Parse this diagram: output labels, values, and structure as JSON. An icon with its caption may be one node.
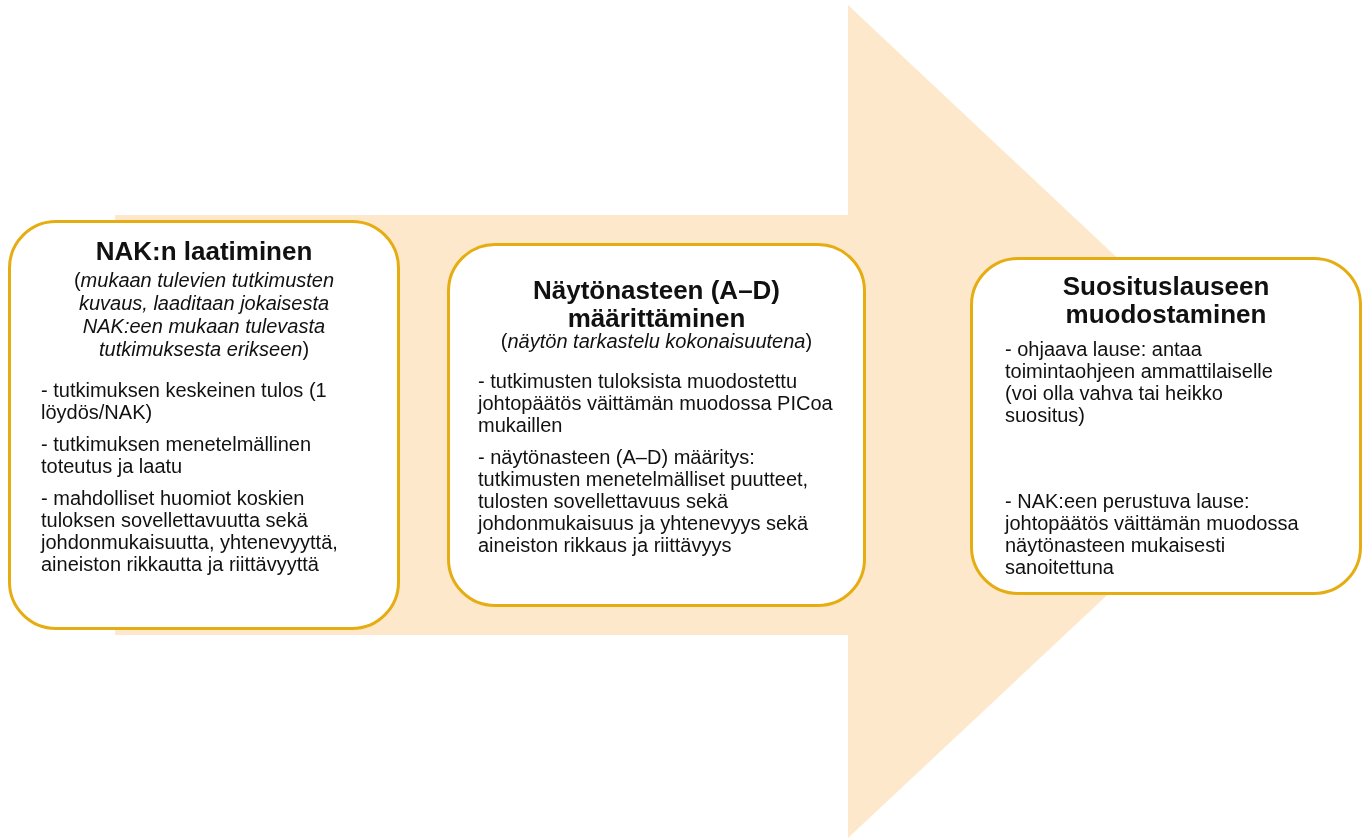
{
  "diagram": {
    "nodes": [
      {
        "text": [
          "NAK:n laatiminen",
          "(*mukaan tulevien tutkimusten kuvaus, laaditaan jokaisesta NAK:een mukaan tulevasta tutkimuksesta erikseen*)",
          "- tutkimuksen keskeinen tulos (1 löydös/NAK)",
          "- tutkimuksen menetelmällinen toteutus ja laatu",
          "- mahdolliset huomiot koskien tuloksen sovellettavuutta sekä johdonmukaisuutta, yhtenevyyttä, aineiston rikkautta ja riittävyyttä"
        ]
      },
      {
        "text": [
          "Näytönasteen (A–D) määrittäminen",
          "(*näytön tarkastelu kokonaisuutena*)",
          "- tutkimusten tuloksista muodostettu johtopäätös väittämän muodossa PICoa mukaillen",
          "- näytönasteen (A–D) määritys: tutkimusten menetelmälliset puutteet, tulosten sovellettavuus sekä johdonmukaisuus ja yhtenevyys sekä aineiston rikkaus ja riittävyys"
        ]
      },
      {
        "text": [
          "Suosituslauseen muodostaminen",
          "- ohjaava lause: antaa toimintaohjeen ammattilaiselle (voi olla vahva tai heikko suositus)",
          "- NAK:een perustuva lause: johtopäätös väittämän muodossa näytönasteen mukaisesti sanoitettuna"
        ]
      }
    ],
    "edges": [
      {
        "from": 0,
        "to": 2,
        "arrow": "to"
      }
    ]
  }
}
